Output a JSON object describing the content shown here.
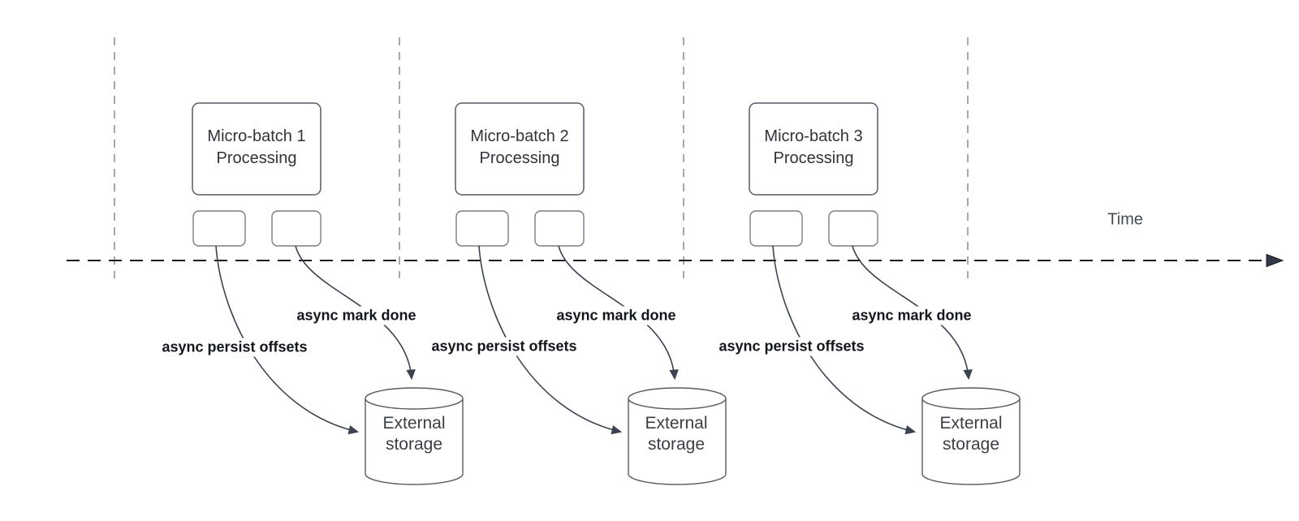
{
  "diagram": {
    "axis": {
      "label": "Time"
    },
    "groups": [
      {
        "box_line1": "Micro-batch 1",
        "box_line2": "Processing",
        "persist_label": "async persist offsets",
        "done_label": "async mark done",
        "storage_line1": "External",
        "storage_line2": "storage"
      },
      {
        "box_line1": "Micro-batch 2",
        "box_line2": "Processing",
        "persist_label": "async persist offsets",
        "done_label": "async mark done",
        "storage_line1": "External",
        "storage_line2": "storage"
      },
      {
        "box_line1": "Micro-batch 3",
        "box_line2": "Processing",
        "persist_label": "async persist offsets",
        "done_label": "async mark done",
        "storage_line1": "External",
        "storage_line2": "storage"
      }
    ],
    "colors": {
      "background": "#ffffff",
      "shape_border": "#575b63",
      "small_rect_border": "#787d86",
      "edge_stroke": "#3b4251",
      "axis_line": "#1b1b1b",
      "guide_line": "#a8a8ac",
      "edge_label_text": "#13161b",
      "shape_text": "#2f333a",
      "axis_label_text": "#454b55"
    }
  }
}
